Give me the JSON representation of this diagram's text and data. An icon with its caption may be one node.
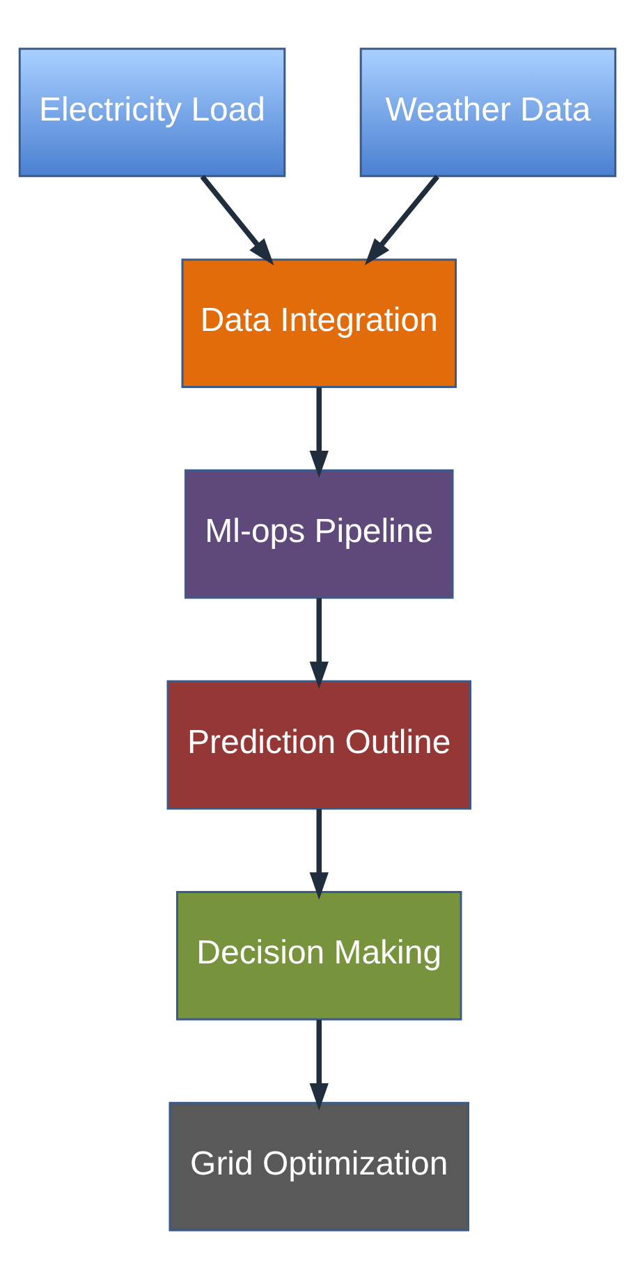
{
  "diagram": {
    "nodes": [
      {
        "text": [
          "Electricity Load"
        ]
      },
      {
        "text": [
          "Weather Data"
        ]
      },
      {
        "text": [
          "Data Integration"
        ]
      },
      {
        "text": [
          "Ml-ops Pipeline"
        ]
      },
      {
        "text": [
          "Prediction Outline"
        ]
      },
      {
        "text": [
          "Decision Making"
        ]
      },
      {
        "text": [
          "Grid Optimization"
        ]
      }
    ],
    "edges": [
      {
        "from": 0,
        "to": 2,
        "arrow": "to"
      },
      {
        "from": 1,
        "to": 2,
        "arrow": "to"
      },
      {
        "from": 2,
        "to": 3,
        "arrow": "to"
      },
      {
        "from": 3,
        "to": 4,
        "arrow": "to"
      },
      {
        "from": 4,
        "to": 5,
        "arrow": "to"
      },
      {
        "from": 5,
        "to": 6,
        "arrow": "to"
      }
    ]
  }
}
